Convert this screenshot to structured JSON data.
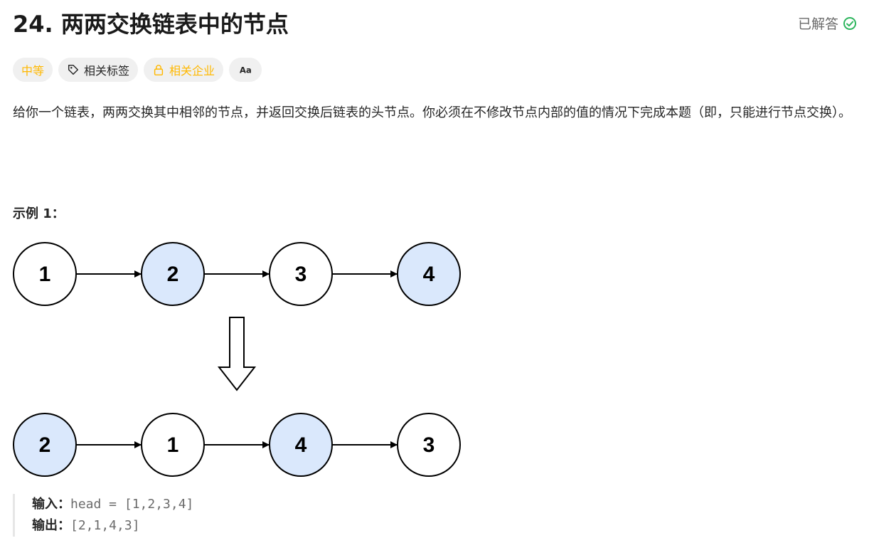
{
  "problem": {
    "title": "24. 两两交换链表中的节点",
    "status_label": "已解答",
    "description": "给你一个链表，两两交换其中相邻的节点，并返回交换后链表的头节点。你必须在不修改节点内部的值的情况下完成本题（即，只能进行节点交换）。"
  },
  "tags": {
    "difficulty": "中等",
    "related_tags": "相关标签",
    "related_companies": "相关企业",
    "translate_icon_text": "Aa"
  },
  "example": {
    "heading": "示例 1：",
    "before": [
      "1",
      "2",
      "3",
      "4"
    ],
    "after": [
      "2",
      "1",
      "4",
      "3"
    ],
    "input_label": "输入：",
    "input_value": "head = [1,2,3,4]",
    "output_label": "输出：",
    "output_value": "[2,1,4,3]"
  },
  "colors": {
    "highlight_node": "#dae8fc",
    "plain_node": "#ffffff",
    "difficulty": "#ffb800",
    "solved_check": "#2db55d"
  }
}
